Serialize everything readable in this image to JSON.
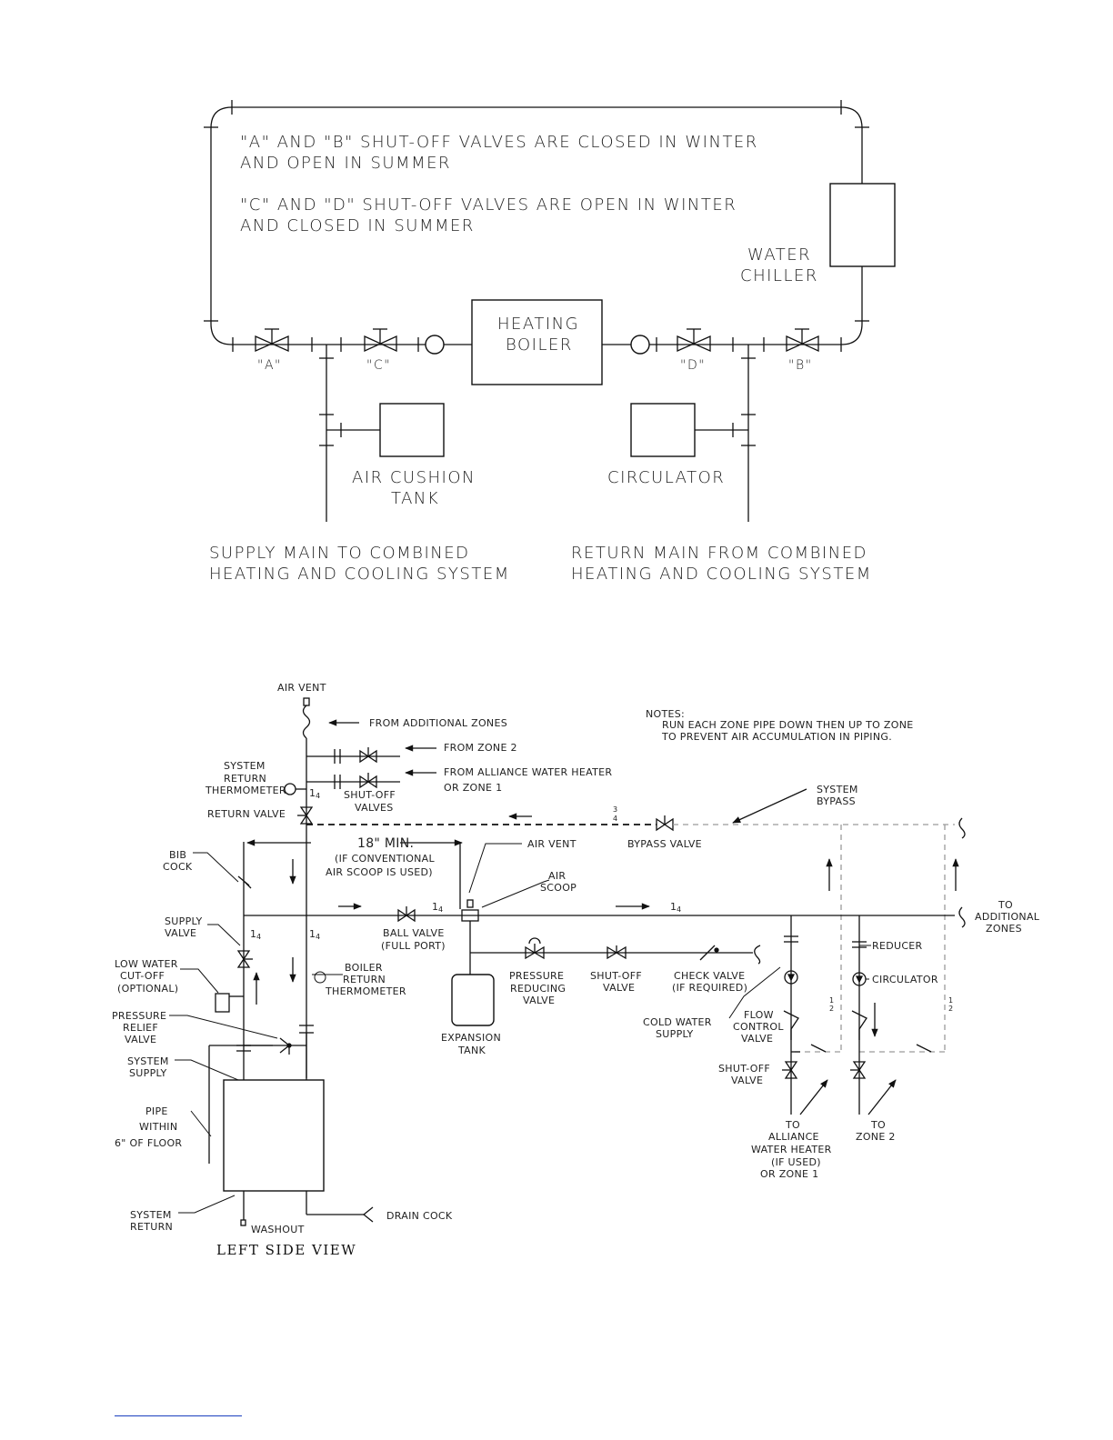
{
  "top_diagram": {
    "note1": [
      "\"A\" AND \"B\" SHUT-OFF VALVES ARE CLOSED IN WINTER",
      "AND OPEN IN SUMMER"
    ],
    "note2": [
      "\"C\" AND \"D\" SHUT-OFF VALVES ARE OPEN IN WINTER",
      "AND CLOSED IN SUMMER"
    ],
    "water_chiller": [
      "WATER",
      "CHILLER"
    ],
    "heating_boiler": [
      "HEATING",
      "BOILER"
    ],
    "valve_a": "\"A\"",
    "valve_b": "\"B\"",
    "valve_c": "\"C\"",
    "valve_d": "\"D\"",
    "air_cushion_tank": [
      "AIR CUSHION",
      "TANK"
    ],
    "circulator": "CIRCULATOR",
    "supply_main": [
      "SUPPLY MAIN TO COMBINED",
      "HEATING AND COOLING SYSTEM"
    ],
    "return_main": [
      "RETURN MAIN FROM COMBINED",
      "HEATING AND COOLING SYSTEM"
    ]
  },
  "bottom_diagram": {
    "air_vent_top": "AIR VENT",
    "from_additional_zones": "FROM ADDITIONAL ZONES",
    "from_zone_2": "FROM ZONE 2",
    "from_alliance": [
      "FROM ALLIANCE WATER HEATER",
      "OR ZONE 1"
    ],
    "system_return_thermometer": [
      "SYSTEM",
      "RETURN",
      "THERMOMETER"
    ],
    "shutoff_valves": [
      "SHUT-OFF",
      "VALVES"
    ],
    "return_valve": "RETURN VALVE",
    "notes_title": "NOTES:",
    "notes_text": [
      "RUN EACH ZONE PIPE DOWN THEN UP TO ZONE",
      "TO PREVENT AIR ACCUMULATION IN PIPING."
    ],
    "system_bypass": [
      "SYSTEM",
      "BYPASS"
    ],
    "bypass_valve": "BYPASS VALVE",
    "eighteen_min": "18\" MIN.",
    "conventional": [
      "(IF CONVENTIONAL",
      "AIR SCOOP IS USED)"
    ],
    "air_vent_mid": "AIR VENT",
    "air_scoop": [
      "AIR",
      "SCOOP"
    ],
    "bib_cock": [
      "BIB",
      "COCK"
    ],
    "to_additional_zones": [
      "TO",
      "ADDITIONAL",
      "ZONES"
    ],
    "supply_valve": [
      "SUPPLY",
      "VALVE"
    ],
    "ball_valve": [
      "BALL VALVE",
      "(FULL PORT)"
    ],
    "reducer": "REDUCER",
    "low_water_cutoff": [
      "LOW WATER",
      "CUT-OFF",
      "(OPTIONAL)"
    ],
    "boiler_return_thermometer": [
      "BOILER",
      "RETURN",
      "THERMOMETER"
    ],
    "pressure_reducing_valve": [
      "PRESSURE",
      "REDUCING",
      "VALVE"
    ],
    "shutoff_valve_mid": [
      "SHUT-OFF",
      "VALVE"
    ],
    "check_valve": [
      "CHECK VALVE",
      "(IF REQUIRED)"
    ],
    "circulator": "CIRCULATOR",
    "pressure_relief_valve": [
      "PRESSURE",
      "RELIEF",
      "VALVE"
    ],
    "expansion_tank": [
      "EXPANSION",
      "TANK"
    ],
    "cold_water_supply": [
      "COLD WATER",
      "SUPPLY"
    ],
    "flow_control_valve": [
      "FLOW",
      "CONTROL",
      "VALVE"
    ],
    "system_supply": [
      "SYSTEM",
      "SUPPLY"
    ],
    "shutoff_valve_right": [
      "SHUT-OFF",
      "VALVE"
    ],
    "pipe_within": [
      "PIPE",
      "WITHIN",
      "6\" OF FLOOR"
    ],
    "to_alliance": [
      "TO",
      "ALLIANCE",
      "WATER HEATER",
      "(IF USED)",
      "OR ZONE 1"
    ],
    "to_zone_2": [
      "TO",
      "ZONE 2"
    ],
    "system_return": [
      "SYSTEM",
      "RETURN"
    ],
    "drain_cock": "DRAIN COCK",
    "washout": "WASHOUT",
    "left_side_view": "LEFT SIDE VIEW",
    "sizes": {
      "return_pipe": [
        "1",
        "4"
      ],
      "bypass": [
        "3",
        "4"
      ],
      "supply_valve": [
        "1",
        "4"
      ],
      "boiler_riser": [
        "1",
        "4"
      ],
      "ball_valve": [
        "1",
        "4"
      ],
      "main": [
        "1",
        "4"
      ],
      "zone1": [
        "1",
        "2"
      ],
      "zone2": [
        "1",
        "2"
      ]
    }
  }
}
